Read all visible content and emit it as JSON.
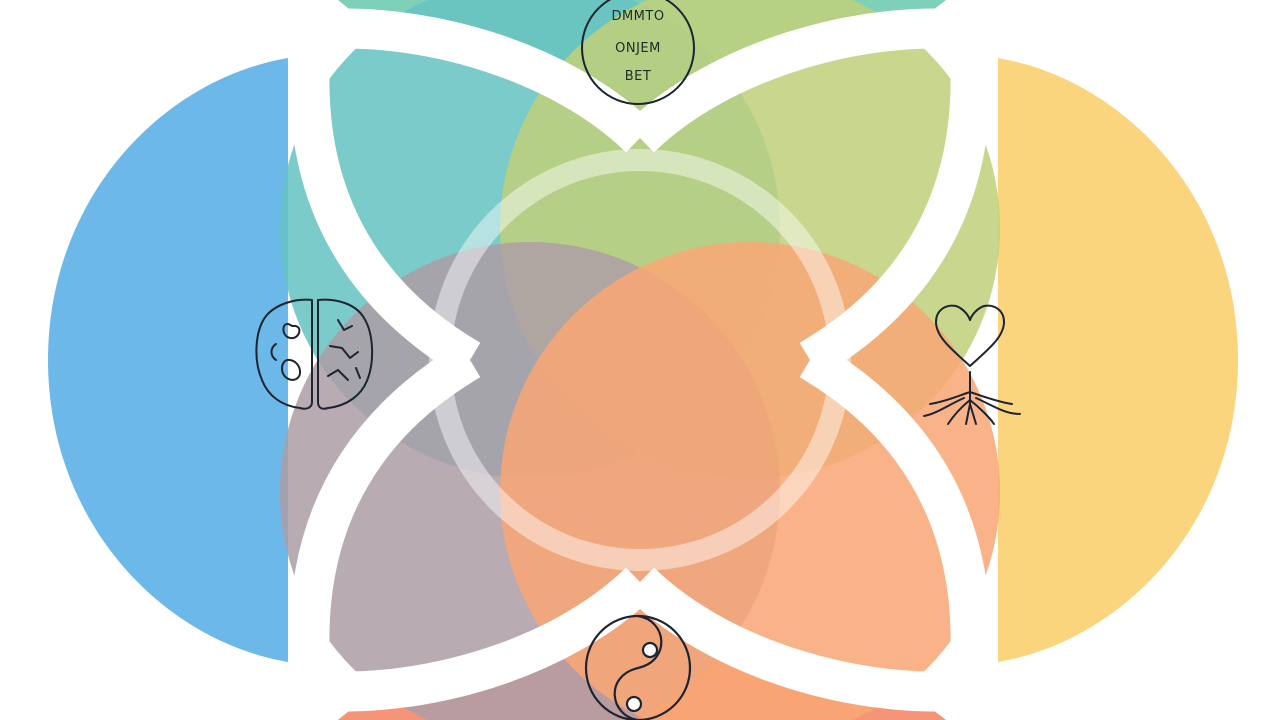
{
  "colors": {
    "background": "#ffffff",
    "separator": "#ffffff",
    "left_blue": "#6cb8e8",
    "top_teal": "#7fd0b8",
    "upper_left_teal": "#66c3c3",
    "upper_right_lime": "#bfd07a",
    "right_yellow": "#fbd47e",
    "lower_left_mauve": "#ad9da5",
    "lower_right_orange": "#f9a675",
    "bottom_salmon": "#f69478",
    "center_overlap": "#c9b89a",
    "icon_stroke": "#1b2430"
  },
  "badge": {
    "line1": "DMMTO",
    "line2": "ONJEM",
    "line3": "BET"
  },
  "icons": {
    "left": "brain-icon",
    "right": "heart-with-roots-icon",
    "bottom": "yin-yang-icon",
    "top": "circle-badge-icon"
  }
}
